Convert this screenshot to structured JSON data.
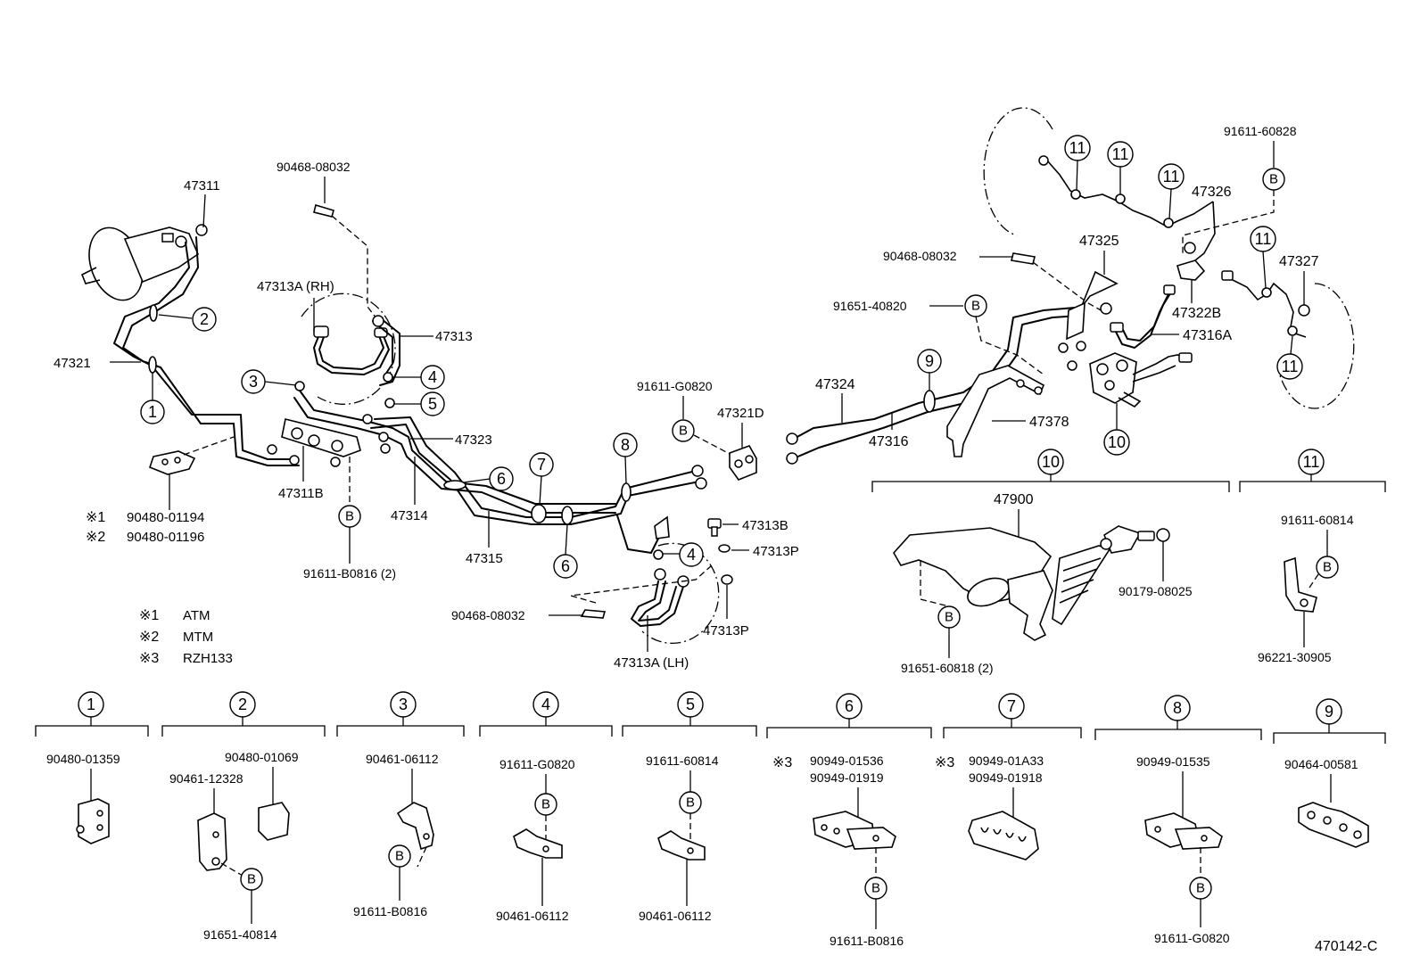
{
  "labels": {
    "p47311": "47311",
    "p47321": "47321",
    "p90468_a": "90468-08032",
    "p47313A_rh": "47313A (RH)",
    "p47313": "47313",
    "p47323": "47323",
    "p47311B": "47311B",
    "p47314": "47314",
    "p47315": "47315",
    "p91611_B0816_2": "91611-B0816 (2)",
    "p90480_01194": "90480-01194",
    "p90480_01196": "90480-01196",
    "p91611_G0820_a": "91611-G0820",
    "p47321D": "47321D",
    "p47313B": "47313B",
    "p47313P_a": "47313P",
    "p47313P_b": "47313P",
    "p90468_b": "90468-08032",
    "p47313A_lh": "47313A (LH)",
    "p47324": "47324",
    "p47316": "47316",
    "p47378": "47378",
    "p91651_40820": "91651-40820",
    "p90468_c": "90468-08032",
    "p47325": "47325",
    "p47326": "47326",
    "p47322B": "47322B",
    "p47316A": "47316A",
    "p47327": "47327",
    "p91611_60828": "91611-60828",
    "p47900": "47900",
    "p90179_08025": "90179-08025",
    "p91651_60818_2": "91651-60818 (2)",
    "p91611_60814_a": "91611-60814",
    "p96221_30905": "96221-30905",
    "diagram_code": "470142-C"
  },
  "legend": [
    {
      "mark": "※1",
      "text": "ATM"
    },
    {
      "mark": "※2",
      "text": "MTM"
    },
    {
      "mark": "※3",
      "text": "RZH133"
    }
  ],
  "note_marks": {
    "n1": "※1",
    "n2": "※2"
  },
  "callouts": {
    "c1": "1",
    "c2": "2",
    "c3": "3",
    "c4": "4",
    "c5": "5",
    "c6": "6",
    "c7": "7",
    "c8": "8",
    "c9": "9",
    "c10": "10",
    "c11": "11",
    "B": "B"
  },
  "groups": [
    {
      "num": "1",
      "parts": [
        "90480-01359"
      ]
    },
    {
      "num": "2",
      "parts": [
        "90480-01069",
        "90461-12328",
        "91651-40814"
      ]
    },
    {
      "num": "3",
      "parts": [
        "90461-06112",
        "91611-B0816"
      ]
    },
    {
      "num": "4",
      "parts": [
        "91611-G0820",
        "90461-06112"
      ]
    },
    {
      "num": "5",
      "parts": [
        "91611-60814",
        "90461-06112"
      ]
    },
    {
      "num": "6",
      "mark": "※3",
      "parts": [
        "90949-01536",
        "90949-01919",
        "91611-B0816"
      ]
    },
    {
      "num": "7",
      "mark": "※3",
      "parts": [
        "90949-01A33",
        "90949-01918"
      ]
    },
    {
      "num": "8",
      "parts": [
        "90949-01535",
        "91611-G0820"
      ]
    },
    {
      "num": "9",
      "parts": [
        "90464-00581"
      ]
    }
  ]
}
